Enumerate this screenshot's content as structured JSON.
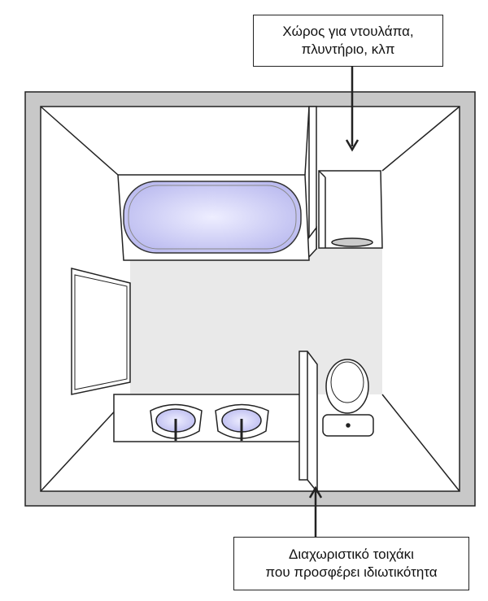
{
  "labels": {
    "top": {
      "line1": "Χώρος για ντουλάπα,",
      "line2": "πλυντήριο, κλπ"
    },
    "bottom": {
      "line1": "Διαχωριστικό τοιχάκι",
      "line2": "που προσφέρει ιδιωτικότητα"
    }
  },
  "colors": {
    "wall": "#c8c8c8",
    "floor": "#e9e9e9",
    "water": "#d8d8f8",
    "line": "#222222"
  }
}
